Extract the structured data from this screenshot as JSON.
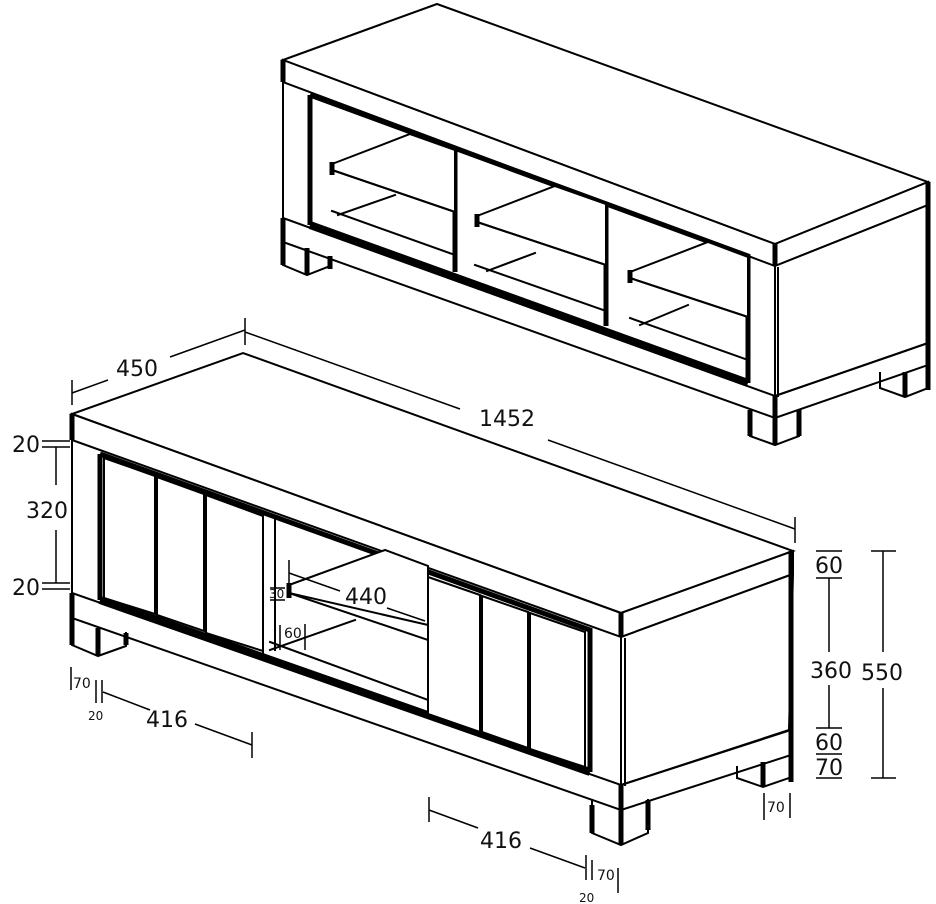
{
  "drawing": {
    "title": "TV cabinet isometric dimension drawing",
    "views": [
      {
        "name": "open-shelf-cabinet",
        "description": "Cabinet with three open compartments and shelves"
      },
      {
        "name": "sliding-door-cabinet",
        "description": "Cabinet with two sets of three sliding doors and central open compartment, dimensioned"
      }
    ]
  },
  "dimensions": {
    "depth": "450",
    "length": "1452",
    "top_thickness": "20",
    "opening_height_left": "320",
    "bottom_thickness": "20",
    "shelf_thickness": "30",
    "shelf_width": "440",
    "shelf_inset": "60",
    "leg_width_left": "70",
    "leg_gap_left": "20",
    "door_span_left": "416",
    "door_span_right": "416",
    "leg_width_front": "70",
    "leg_gap_front": "20",
    "leg_width_side": "70",
    "side_top_rail": "60",
    "side_panel_height": "360",
    "side_bottom_rail": "60",
    "side_leg_height": "70",
    "overall_height": "550"
  },
  "colors": {
    "line": "#000000",
    "background": "#ffffff",
    "text": "#111111"
  }
}
